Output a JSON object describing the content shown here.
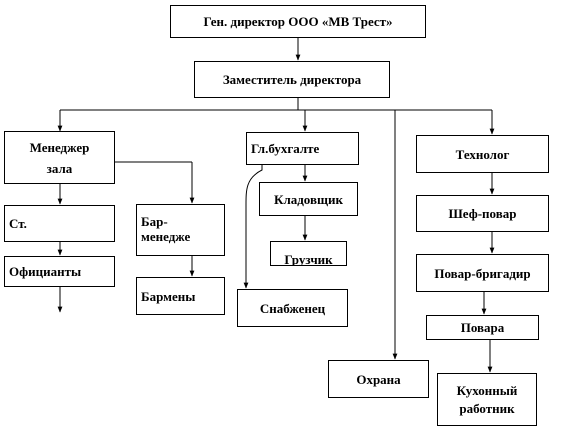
{
  "diagram": {
    "nodes": {
      "ceo": "Ген. директор ООО «МВ Трест»",
      "deputy": "Заместитель директора",
      "hall_manager": "Менеджер зала",
      "chief_accountant": "Гл.бухгалте",
      "technologist": "Технолог",
      "senior_waiter": "Ст.",
      "bar_manager": "Бар-менедже",
      "storekeeper": "Кладовщик",
      "chef": "Шеф-повар",
      "loader": "Грузчик",
      "waiters": "Официанты",
      "bartenders": "Бармены",
      "supplier": "Снабженец",
      "brigadier_cook": "Повар-бригадир",
      "cooks": "Повара",
      "security": "Охрана",
      "kitchen_worker": "Кухонный работник"
    }
  }
}
